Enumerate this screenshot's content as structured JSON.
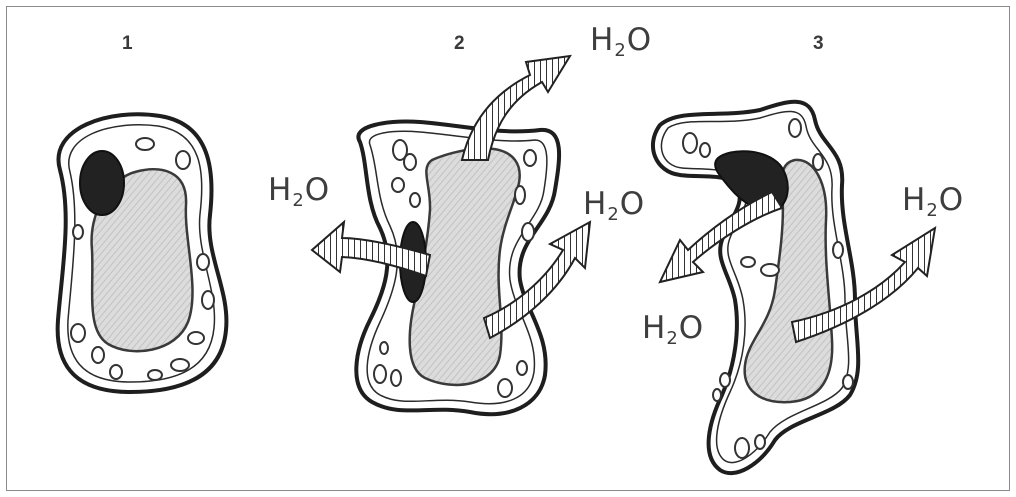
{
  "panels": [
    {
      "number": "1"
    },
    {
      "number": "2"
    },
    {
      "number": "3"
    }
  ],
  "labels": {
    "h": "H",
    "sub": "2",
    "o": "O"
  },
  "colors": {
    "outline": "#1f1f1f",
    "cytoplasm": "#ffffff",
    "vacuole": "#d6d6d6",
    "nucleus": "#222222",
    "arrow_stripes": "#333333",
    "border": "#8a8a8a"
  }
}
